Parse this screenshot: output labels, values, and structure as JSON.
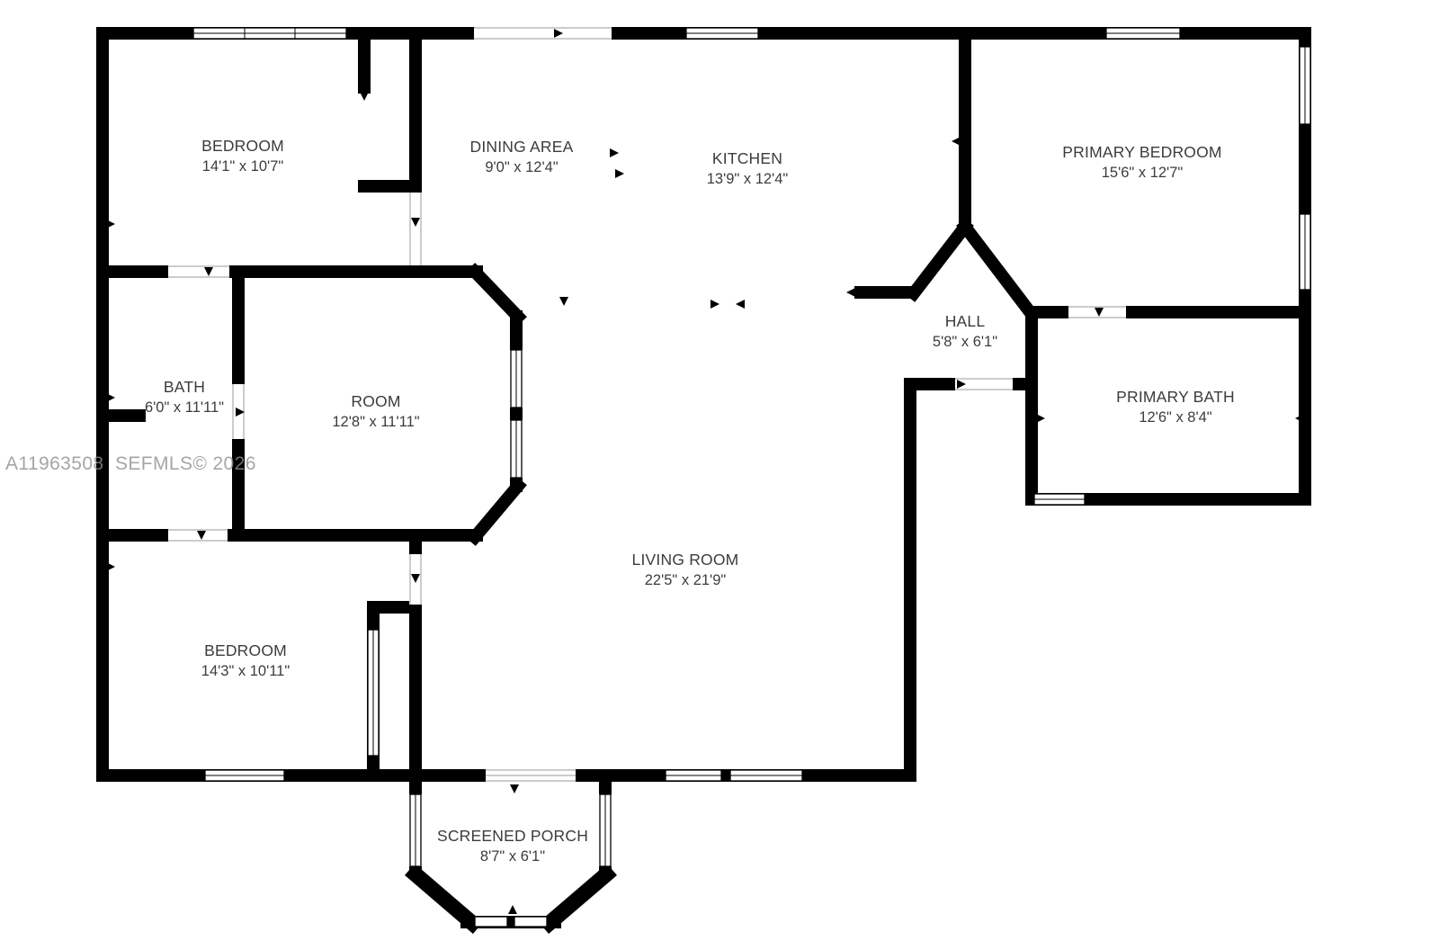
{
  "watermark": "A11963508  SEFMLS© 2026",
  "colors": {
    "wall": "#000000",
    "label_text": "#3c3c3c",
    "watermark_gray": "#8f8f8f"
  },
  "rooms": [
    {
      "name": "BEDROOM",
      "dims": "14'1\" x 10'7\""
    },
    {
      "name": "DINING AREA",
      "dims": "9'0\" x 12'4\""
    },
    {
      "name": "KITCHEN",
      "dims": "13'9\" x 12'4\""
    },
    {
      "name": "PRIMARY BEDROOM",
      "dims": "15'6\" x 12'7\""
    },
    {
      "name": "BATH",
      "dims": "6'0\" x 11'11\""
    },
    {
      "name": "ROOM",
      "dims": "12'8\" x 11'11\""
    },
    {
      "name": "HALL",
      "dims": "5'8\" x 6'1\""
    },
    {
      "name": "PRIMARY BATH",
      "dims": "12'6\" x 8'4\""
    },
    {
      "name": "LIVING ROOM",
      "dims": "22'5\" x 21'9\""
    },
    {
      "name": "BEDROOM",
      "dims": "14'3\" x 10'11\""
    },
    {
      "name": "SCREENED PORCH",
      "dims": "8'7\" x 6'1\""
    }
  ]
}
